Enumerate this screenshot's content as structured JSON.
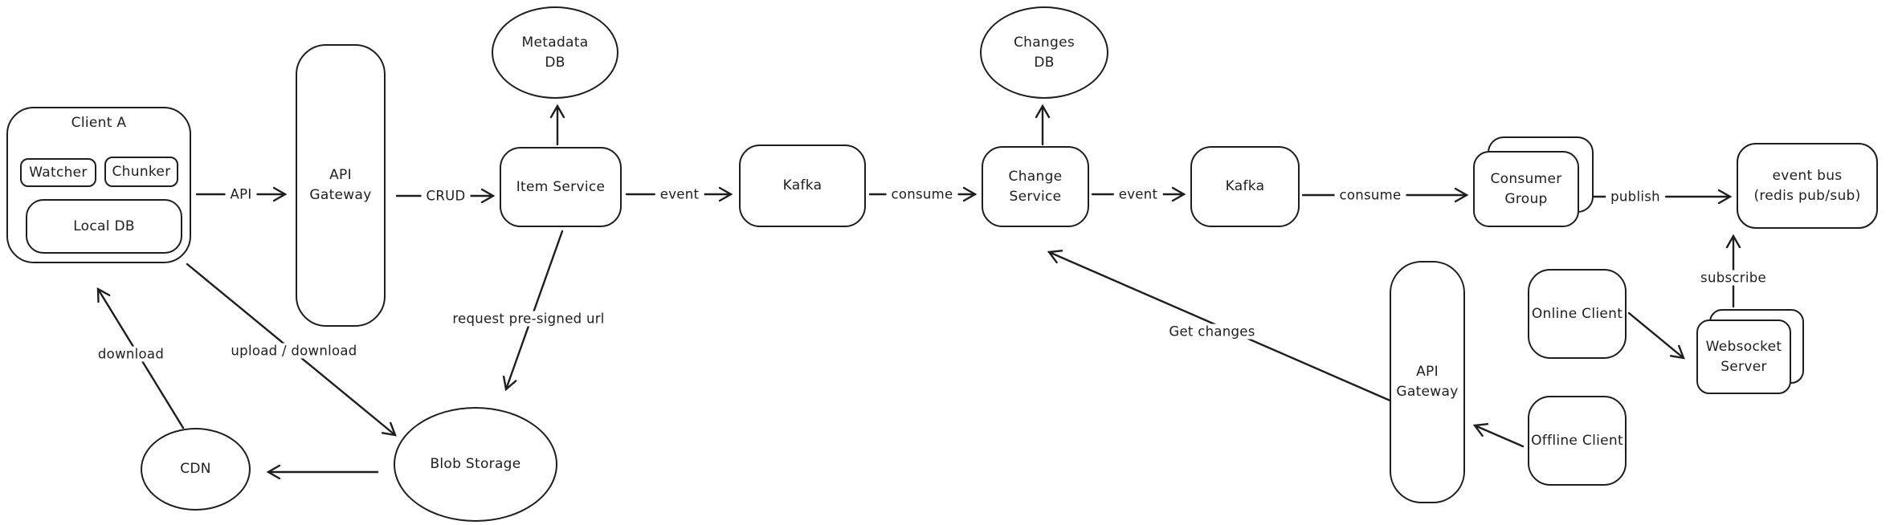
{
  "canvas": {
    "background": "#ffffff",
    "ink_color": "#1e1e1e"
  },
  "nodes": {
    "client_a": {
      "label": "Client A"
    },
    "watcher": {
      "label": "Watcher"
    },
    "chunker": {
      "label": "Chunker"
    },
    "local_db": {
      "label": "Local DB"
    },
    "api_gateway_1": {
      "label": "API\nGateway"
    },
    "metadata_db": {
      "label": "Metadata\nDB"
    },
    "item_service": {
      "label": "Item Service"
    },
    "kafka_1": {
      "label": "Kafka"
    },
    "change_service": {
      "label": "Change\nService"
    },
    "changes_db": {
      "label": "Changes\nDB"
    },
    "kafka_2": {
      "label": "Kafka"
    },
    "consumer_group": {
      "label": "Consumer\nGroup"
    },
    "event_bus": {
      "label": "event bus\n(redis pub/sub)"
    },
    "online_client": {
      "label": "Online Client"
    },
    "websocket_server": {
      "label": "Websocket\nServer"
    },
    "offline_client": {
      "label": "Offline Client"
    },
    "api_gateway_2": {
      "label": "API\nGateway"
    },
    "cdn": {
      "label": "CDN"
    },
    "blob_storage": {
      "label": "Blob Storage"
    }
  },
  "edges": {
    "api": {
      "label": "API"
    },
    "crud": {
      "label": "CRUD"
    },
    "event_1": {
      "label": "event"
    },
    "consume_1": {
      "label": "consume"
    },
    "event_2": {
      "label": "event"
    },
    "consume_2": {
      "label": "consume"
    },
    "publish": {
      "label": "publish"
    },
    "subscribe": {
      "label": "subscribe"
    },
    "get_changes": {
      "label": "Get changes"
    },
    "upload_download": {
      "label": "upload / download"
    },
    "download": {
      "label": "download"
    },
    "request_presigned_url": {
      "label": "request pre-signed url"
    }
  }
}
